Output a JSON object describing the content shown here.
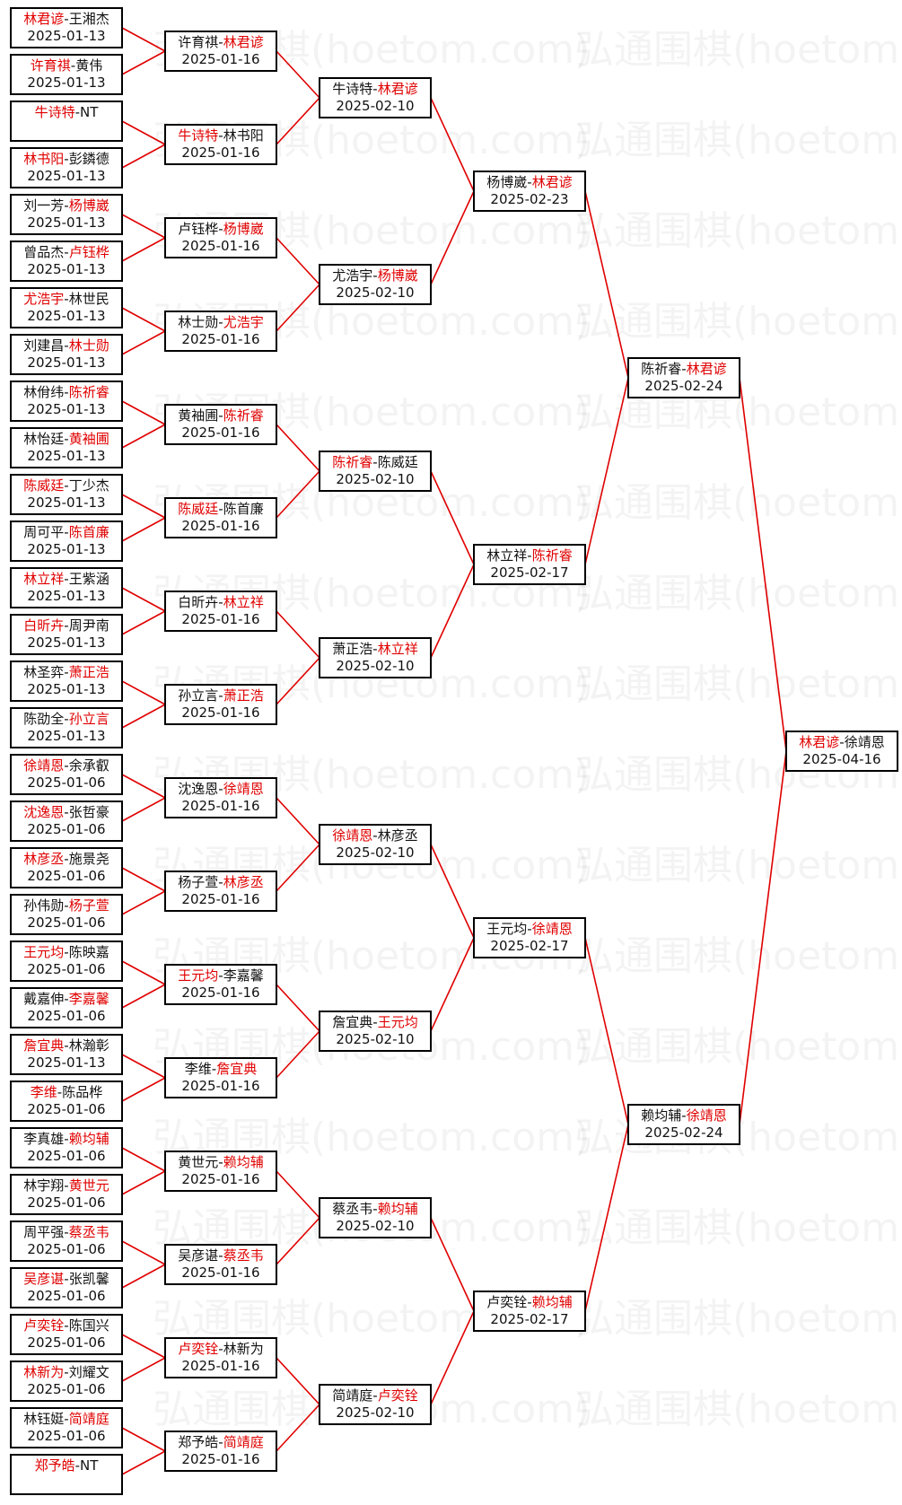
{
  "watermark": "弘通围棋(hoetom.com)",
  "colors": {
    "winner": "#e00000",
    "line": "#e00000",
    "text": "#111111"
  },
  "rounds": [
    [
      {
        "p1": "林君谚",
        "p2": "王湘杰",
        "date": "2025-01-13",
        "w": 1
      },
      {
        "p1": "许育祺",
        "p2": "黄伟",
        "date": "2025-01-13",
        "w": 1
      },
      {
        "p1": "牛诗特",
        "p2": "NT",
        "date": "",
        "w": 1
      },
      {
        "p1": "林书阳",
        "p2": "彭鏻德",
        "date": "2025-01-13",
        "w": 1
      },
      {
        "p1": "刘一芳",
        "p2": "杨博崴",
        "date": "2025-01-13",
        "w": 2
      },
      {
        "p1": "曾品杰",
        "p2": "卢钰桦",
        "date": "2025-01-13",
        "w": 2
      },
      {
        "p1": "尤浩宇",
        "p2": "林世民",
        "date": "2025-01-13",
        "w": 1
      },
      {
        "p1": "刘建昌",
        "p2": "林士勋",
        "date": "2025-01-13",
        "w": 2
      },
      {
        "p1": "林佾纬",
        "p2": "陈祈睿",
        "date": "2025-01-13",
        "w": 2
      },
      {
        "p1": "林怡廷",
        "p2": "黄袖圃",
        "date": "2025-01-13",
        "w": 2
      },
      {
        "p1": "陈威廷",
        "p2": "丁少杰",
        "date": "2025-01-13",
        "w": 1
      },
      {
        "p1": "周可平",
        "p2": "陈首廉",
        "date": "2025-01-13",
        "w": 2
      },
      {
        "p1": "林立祥",
        "p2": "王紫涵",
        "date": "2025-01-13",
        "w": 1
      },
      {
        "p1": "白昕卉",
        "p2": "周尹南",
        "date": "2025-01-13",
        "w": 1
      },
      {
        "p1": "林圣弈",
        "p2": "萧正浩",
        "date": "2025-01-13",
        "w": 2
      },
      {
        "p1": "陈劭全",
        "p2": "孙立言",
        "date": "2025-01-13",
        "w": 2
      },
      {
        "p1": "徐靖恩",
        "p2": "余承叡",
        "date": "2025-01-06",
        "w": 1
      },
      {
        "p1": "沈逸恩",
        "p2": "张哲豪",
        "date": "2025-01-06",
        "w": 1
      },
      {
        "p1": "林彦丞",
        "p2": "施景尧",
        "date": "2025-01-06",
        "w": 1
      },
      {
        "p1": "孙伟勋",
        "p2": "杨子萱",
        "date": "2025-01-06",
        "w": 2
      },
      {
        "p1": "王元均",
        "p2": "陈映嘉",
        "date": "2025-01-06",
        "w": 1
      },
      {
        "p1": "戴嘉伸",
        "p2": "李嘉馨",
        "date": "2025-01-06",
        "w": 2
      },
      {
        "p1": "詹宜典",
        "p2": "林瀚彰",
        "date": "2025-01-13",
        "w": 1
      },
      {
        "p1": "李维",
        "p2": "陈品桦",
        "date": "2025-01-06",
        "w": 1
      },
      {
        "p1": "李真雄",
        "p2": "赖均辅",
        "date": "2025-01-06",
        "w": 2
      },
      {
        "p1": "林宇翔",
        "p2": "黄世元",
        "date": "2025-01-06",
        "w": 2
      },
      {
        "p1": "周平强",
        "p2": "蔡丞韦",
        "date": "2025-01-06",
        "w": 2
      },
      {
        "p1": "吴彦谌",
        "p2": "张凯馨",
        "date": "2025-01-06",
        "w": 1
      },
      {
        "p1": "卢奕铨",
        "p2": "陈国兴",
        "date": "2025-01-06",
        "w": 1
      },
      {
        "p1": "林新为",
        "p2": "刘耀文",
        "date": "2025-01-06",
        "w": 1
      },
      {
        "p1": "林钰娗",
        "p2": "简靖庭",
        "date": "2025-01-06",
        "w": 2
      },
      {
        "p1": "郑予皓",
        "p2": "NT",
        "date": "",
        "w": 1
      }
    ],
    [
      {
        "p1": "许育祺",
        "p2": "林君谚",
        "date": "2025-01-16",
        "w": 2
      },
      {
        "p1": "牛诗特",
        "p2": "林书阳",
        "date": "2025-01-16",
        "w": 1
      },
      {
        "p1": "卢钰桦",
        "p2": "杨博崴",
        "date": "2025-01-16",
        "w": 2
      },
      {
        "p1": "林士勋",
        "p2": "尤浩宇",
        "date": "2025-01-16",
        "w": 2
      },
      {
        "p1": "黄袖圃",
        "p2": "陈祈睿",
        "date": "2025-01-16",
        "w": 2
      },
      {
        "p1": "陈威廷",
        "p2": "陈首廉",
        "date": "2025-01-16",
        "w": 1
      },
      {
        "p1": "白昕卉",
        "p2": "林立祥",
        "date": "2025-01-16",
        "w": 2
      },
      {
        "p1": "孙立言",
        "p2": "萧正浩",
        "date": "2025-01-16",
        "w": 2
      },
      {
        "p1": "沈逸恩",
        "p2": "徐靖恩",
        "date": "2025-01-16",
        "w": 2
      },
      {
        "p1": "杨子萱",
        "p2": "林彦丞",
        "date": "2025-01-16",
        "w": 2
      },
      {
        "p1": "王元均",
        "p2": "李嘉馨",
        "date": "2025-01-16",
        "w": 1
      },
      {
        "p1": "李维",
        "p2": "詹宜典",
        "date": "2025-01-16",
        "w": 2
      },
      {
        "p1": "黄世元",
        "p2": "赖均辅",
        "date": "2025-01-16",
        "w": 2
      },
      {
        "p1": "吴彦谌",
        "p2": "蔡丞韦",
        "date": "2025-01-16",
        "w": 2
      },
      {
        "p1": "卢奕铨",
        "p2": "林新为",
        "date": "2025-01-16",
        "w": 1
      },
      {
        "p1": "郑予皓",
        "p2": "简靖庭",
        "date": "2025-01-16",
        "w": 2
      }
    ],
    [
      {
        "p1": "牛诗特",
        "p2": "林君谚",
        "date": "2025-02-10",
        "w": 2
      },
      {
        "p1": "尤浩宇",
        "p2": "杨博崴",
        "date": "2025-02-10",
        "w": 2
      },
      {
        "p1": "陈祈睿",
        "p2": "陈威廷",
        "date": "2025-02-10",
        "w": 1
      },
      {
        "p1": "萧正浩",
        "p2": "林立祥",
        "date": "2025-02-10",
        "w": 2
      },
      {
        "p1": "徐靖恩",
        "p2": "林彦丞",
        "date": "2025-02-10",
        "w": 1
      },
      {
        "p1": "詹宜典",
        "p2": "王元均",
        "date": "2025-02-10",
        "w": 2
      },
      {
        "p1": "蔡丞韦",
        "p2": "赖均辅",
        "date": "2025-02-10",
        "w": 2
      },
      {
        "p1": "简靖庭",
        "p2": "卢奕铨",
        "date": "2025-02-10",
        "w": 2
      }
    ],
    [
      {
        "p1": "杨博崴",
        "p2": "林君谚",
        "date": "2025-02-23",
        "w": 2
      },
      {
        "p1": "林立祥",
        "p2": "陈祈睿",
        "date": "2025-02-17",
        "w": 2
      },
      {
        "p1": "王元均",
        "p2": "徐靖恩",
        "date": "2025-02-17",
        "w": 2
      },
      {
        "p1": "卢奕铨",
        "p2": "赖均辅",
        "date": "2025-02-17",
        "w": 2
      }
    ],
    [
      {
        "p1": "陈祈睿",
        "p2": "林君谚",
        "date": "2025-02-24",
        "w": 2
      },
      {
        "p1": "赖均辅",
        "p2": "徐靖恩",
        "date": "2025-02-24",
        "w": 2
      }
    ],
    [
      {
        "p1": "林君谚",
        "p2": "徐靖恩",
        "date": "2025-04-16",
        "w": 1
      }
    ]
  ]
}
